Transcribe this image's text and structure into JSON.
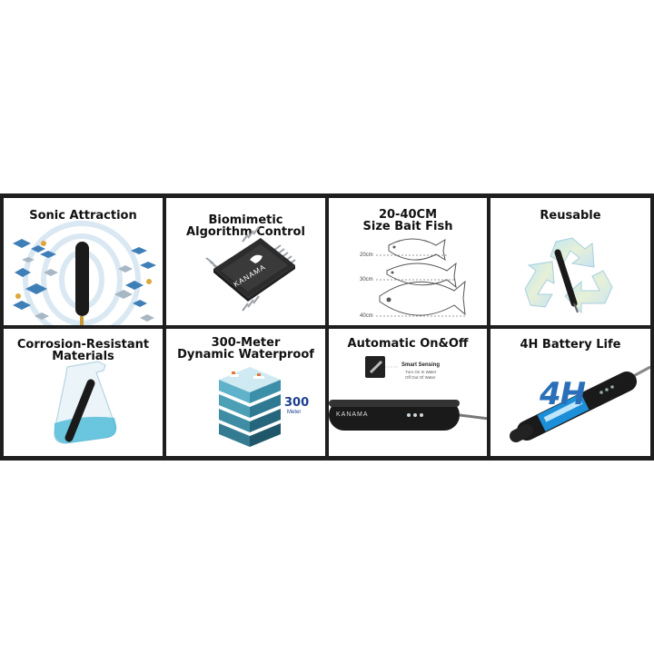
{
  "tiles": [
    {
      "title": "Sonic Attraction"
    },
    {
      "title": "Biomimetic\nAlgorithm Control",
      "chip_logo": "KANAMA"
    },
    {
      "title": "20-40CM\nSize Bait Fish",
      "sizes": [
        "20cm",
        "30cm",
        "40cm"
      ]
    },
    {
      "title": "Reusable"
    },
    {
      "title": "Corrosion-Resistant\nMaterials"
    },
    {
      "title": "300-Meter\nDynamic Waterproof",
      "depth_value": "300",
      "depth_unit": "Meter"
    },
    {
      "title": "Automatic On&Off",
      "sensing_title": "Smart Sensing",
      "sensing_lines": [
        "Turn On In Water",
        "Off Out Of Water"
      ],
      "device_logo": "KANAMA"
    },
    {
      "title": "4H Battery Life",
      "battery_label": "4H"
    }
  ],
  "colors": {
    "border": "#1e1e1e",
    "accent_blue": "#1c8fd8",
    "device_black": "#1a1a1a"
  }
}
